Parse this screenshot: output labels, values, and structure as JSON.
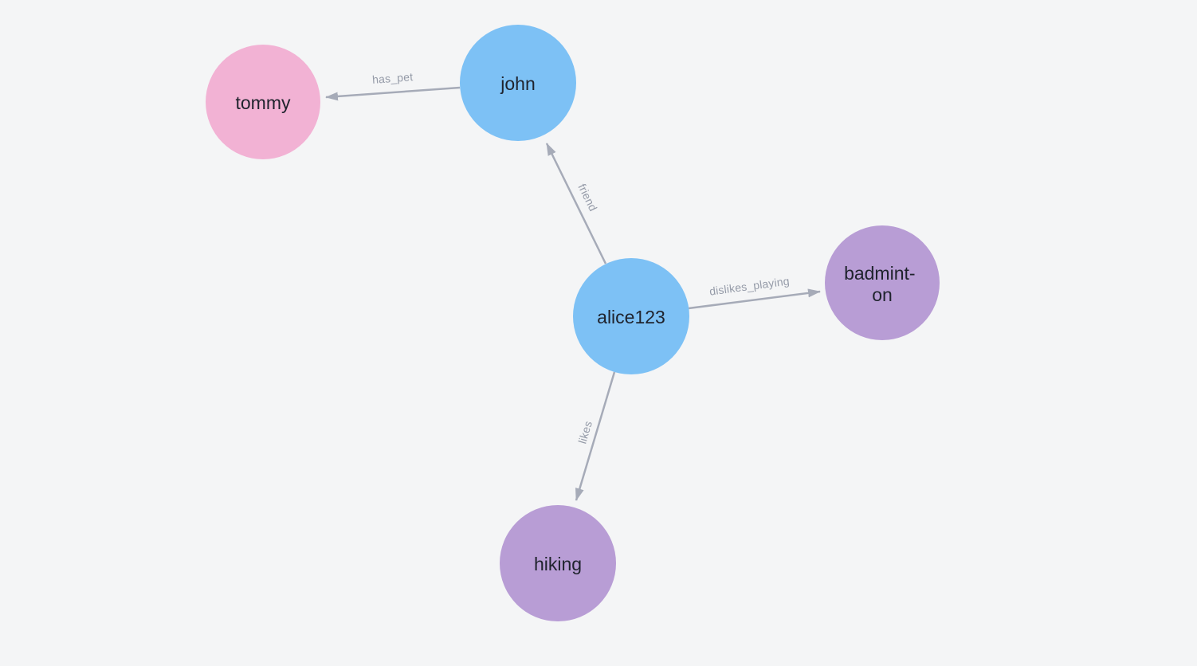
{
  "canvas": {
    "type": "graph-visualization"
  },
  "colors": {
    "background": "#f4f5f6",
    "edge": "#a6abb8",
    "edge_label": "#959ba8",
    "node_text": "#1f232d",
    "node_blue": "#7dc1f5",
    "node_pink": "#f2b2d4",
    "node_purple": "#b89dd5"
  },
  "nodes": [
    {
      "id": "tommy",
      "label": "tommy",
      "color": "#f2b2d4"
    },
    {
      "id": "john",
      "label": "john",
      "color": "#7dc1f5"
    },
    {
      "id": "alice123",
      "label": "alice123",
      "color": "#7dc1f5"
    },
    {
      "id": "badminton",
      "label": "badminton",
      "label_lines": [
        "badmint-",
        "on"
      ],
      "color": "#b89dd5"
    },
    {
      "id": "hiking",
      "label": "hiking",
      "color": "#b89dd5"
    }
  ],
  "edges": [
    {
      "from": "john",
      "to": "tommy",
      "label": "has_pet"
    },
    {
      "from": "alice123",
      "to": "john",
      "label": "friend"
    },
    {
      "from": "alice123",
      "to": "badminton",
      "label": "dislikes_playing"
    },
    {
      "from": "alice123",
      "to": "hiking",
      "label": "likes"
    }
  ]
}
